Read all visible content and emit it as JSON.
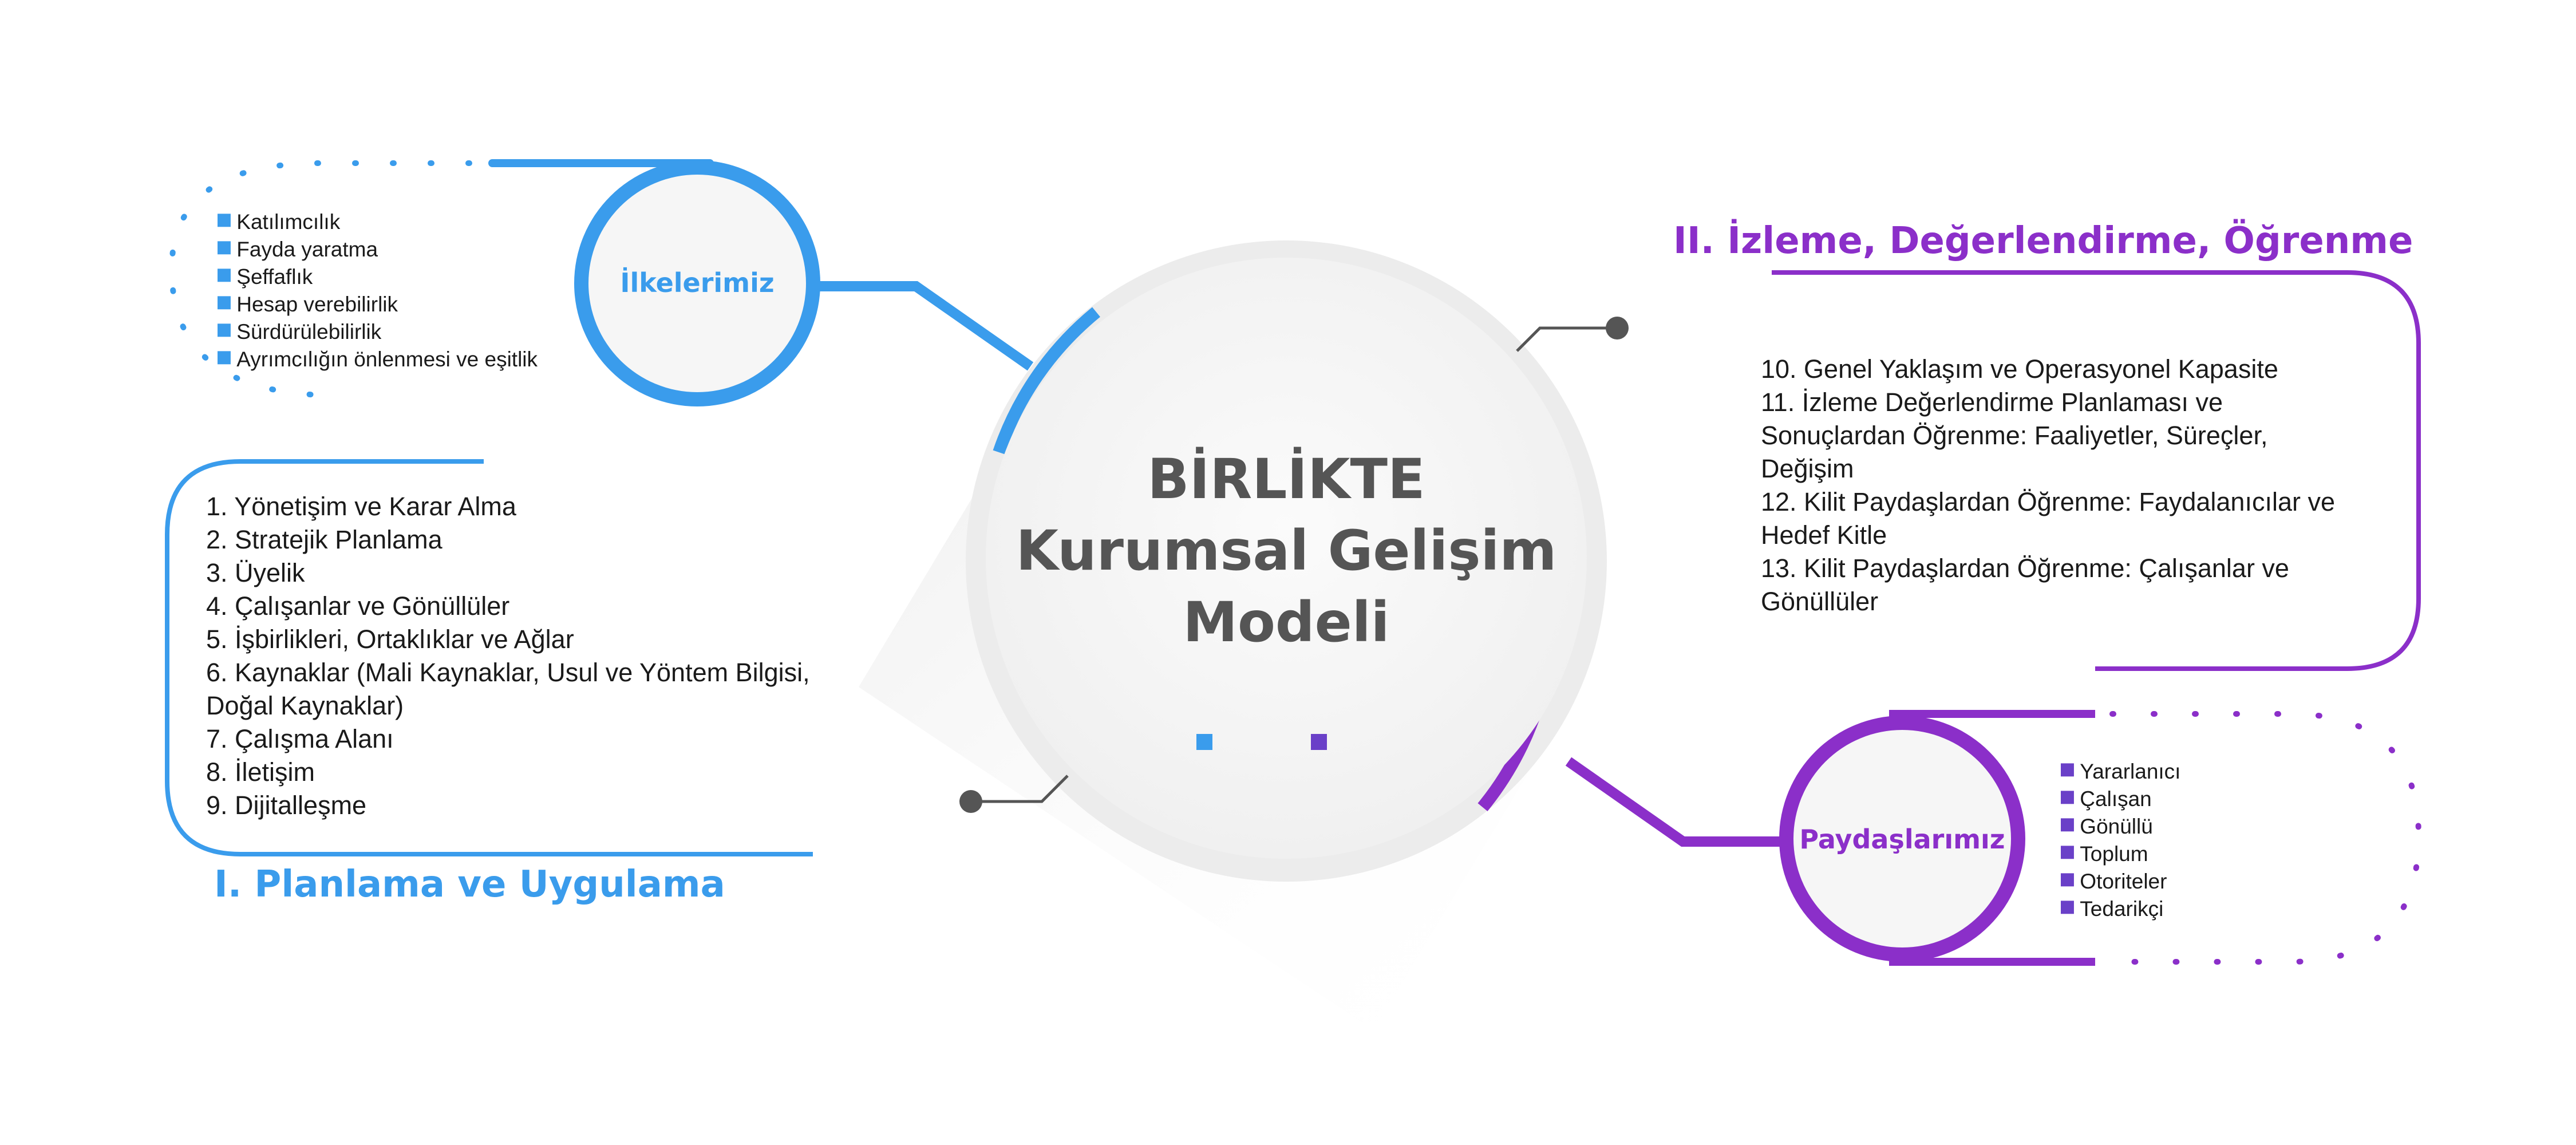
{
  "center": {
    "line1": "BİRLİKTE",
    "line2": "Kurumsal Gelişim",
    "line3": "Modeli"
  },
  "principles": {
    "title": "İlkelerimiz",
    "items": [
      "Katılımcılık",
      "Fayda yaratma",
      "Şeffaflık",
      "Hesap verebilirlik",
      "Sürdürülebilirlik",
      "Ayrımcılığın önlenmesi ve eşitlik"
    ]
  },
  "planning": {
    "title": "I. Planlama ve Uygulama",
    "lines": [
      "1. Yönetişim ve Karar Alma",
      "2. Stratejik Planlama",
      "3. Üyelik",
      "4. Çalışanlar ve Gönüllüler",
      "5. İşbirlikleri, Ortaklıklar ve Ağlar",
      "6. Kaynaklar (Mali Kaynaklar, Usul ve Yöntem Bilgisi,",
      "Doğal Kaynaklar)",
      "7. Çalışma Alanı",
      "8. İletişim",
      "9. Dijitalleşme"
    ]
  },
  "monitoring": {
    "title": "II. İzleme, Değerlendirme, Öğrenme",
    "lines": [
      "10. Genel Yaklaşım ve Operasyonel Kapasite",
      "11. İzleme Değerlendirme Planlaması ve",
      "Sonuçlardan Öğrenme: Faaliyetler, Süreçler,",
      "Değişim",
      "12. Kilit Paydaşlardan Öğrenme: Faydalanıcılar ve",
      "Hedef Kitle",
      "13. Kilit Paydaşlardan Öğrenme: Çalışanlar ve",
      "Gönüllüler"
    ]
  },
  "stakeholders": {
    "title": "Paydaşlarımız",
    "items": [
      "Yararlanıcı",
      "Çalışan",
      "Gönüllü",
      "Toplum",
      "Otoriteler",
      "Tedarikçi"
    ]
  },
  "colors": {
    "blue": "#3a9cec",
    "purple": "#8b2fc9",
    "bullet_purple": "#6a40c8",
    "text_grey": "#555555"
  }
}
